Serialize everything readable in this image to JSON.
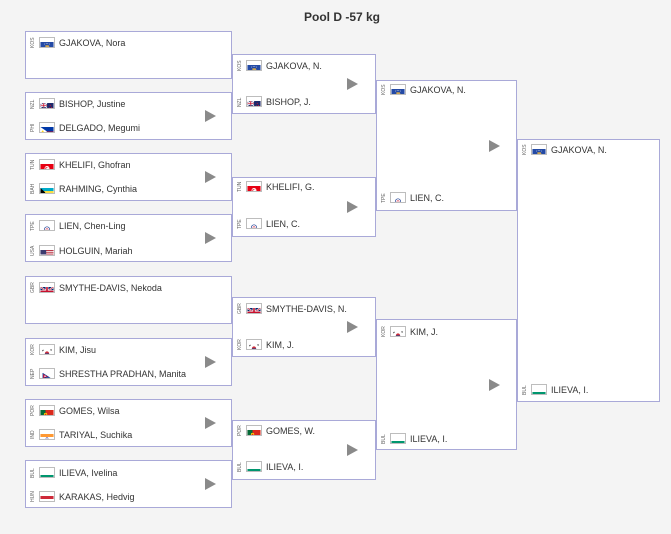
{
  "title": "Pool D -57 kg",
  "colors": {
    "border": "#a9a9d8",
    "background": "#f4f4f4",
    "play_icon": "#8a8a8a"
  },
  "round1": [
    {
      "a": {
        "code": "KOS",
        "flag": "kosovo",
        "name": "GJAKOVA, Nora"
      },
      "b": null
    },
    {
      "a": {
        "code": "NZL",
        "flag": "new-zealand",
        "name": "BISHOP, Justine"
      },
      "b": {
        "code": "PHI",
        "flag": "philippines",
        "name": "DELGADO, Megumi"
      }
    },
    {
      "a": {
        "code": "TUN",
        "flag": "tunisia",
        "name": "KHELIFI, Ghofran"
      },
      "b": {
        "code": "BAH",
        "flag": "bahamas",
        "name": "RAHMING, Cynthia"
      }
    },
    {
      "a": {
        "code": "TPE",
        "flag": "chinese-taipei",
        "name": "LIEN, Chen-Ling"
      },
      "b": {
        "code": "USA",
        "flag": "usa",
        "name": "HOLGUIN, Mariah"
      }
    },
    {
      "a": {
        "code": "GBR",
        "flag": "great-britain",
        "name": "SMYTHE-DAVIS, Nekoda"
      },
      "b": null
    },
    {
      "a": {
        "code": "KOR",
        "flag": "korea",
        "name": "KIM, Jisu"
      },
      "b": {
        "code": "NEP",
        "flag": "nepal",
        "name": "SHRESTHA PRADHAN, Manita"
      }
    },
    {
      "a": {
        "code": "POR",
        "flag": "portugal",
        "name": "GOMES, Wilsa"
      },
      "b": {
        "code": "IND",
        "flag": "india",
        "name": "TARIYAL, Suchika"
      }
    },
    {
      "a": {
        "code": "BUL",
        "flag": "bulgaria",
        "name": "ILIEVA, Ivelina"
      },
      "b": {
        "code": "HUN",
        "flag": "hungary",
        "name": "KARAKAS, Hedvig"
      }
    }
  ],
  "round2": [
    {
      "a": {
        "code": "KOS",
        "flag": "kosovo",
        "name": "GJAKOVA, N."
      },
      "b": {
        "code": "NZL",
        "flag": "new-zealand",
        "name": "BISHOP, J."
      }
    },
    {
      "a": {
        "code": "TUN",
        "flag": "tunisia",
        "name": "KHELIFI, G."
      },
      "b": {
        "code": "TPE",
        "flag": "chinese-taipei",
        "name": "LIEN, C."
      }
    },
    {
      "a": {
        "code": "GBR",
        "flag": "great-britain",
        "name": "SMYTHE-DAVIS, N."
      },
      "b": {
        "code": "KOR",
        "flag": "korea",
        "name": "KIM, J."
      }
    },
    {
      "a": {
        "code": "POR",
        "flag": "portugal",
        "name": "GOMES, W."
      },
      "b": {
        "code": "BUL",
        "flag": "bulgaria",
        "name": "ILIEVA, I."
      }
    }
  ],
  "round3": [
    {
      "a": {
        "code": "KOS",
        "flag": "kosovo",
        "name": "GJAKOVA, N."
      },
      "b": {
        "code": "TPE",
        "flag": "chinese-taipei",
        "name": "LIEN, C."
      }
    },
    {
      "a": {
        "code": "KOR",
        "flag": "korea",
        "name": "KIM, J."
      },
      "b": {
        "code": "BUL",
        "flag": "bulgaria",
        "name": "ILIEVA, I."
      }
    }
  ],
  "final": [
    {
      "a": {
        "code": "KOS",
        "flag": "kosovo",
        "name": "GJAKOVA, N."
      },
      "b": {
        "code": "BUL",
        "flag": "bulgaria",
        "name": "ILIEVA, I."
      }
    }
  ]
}
